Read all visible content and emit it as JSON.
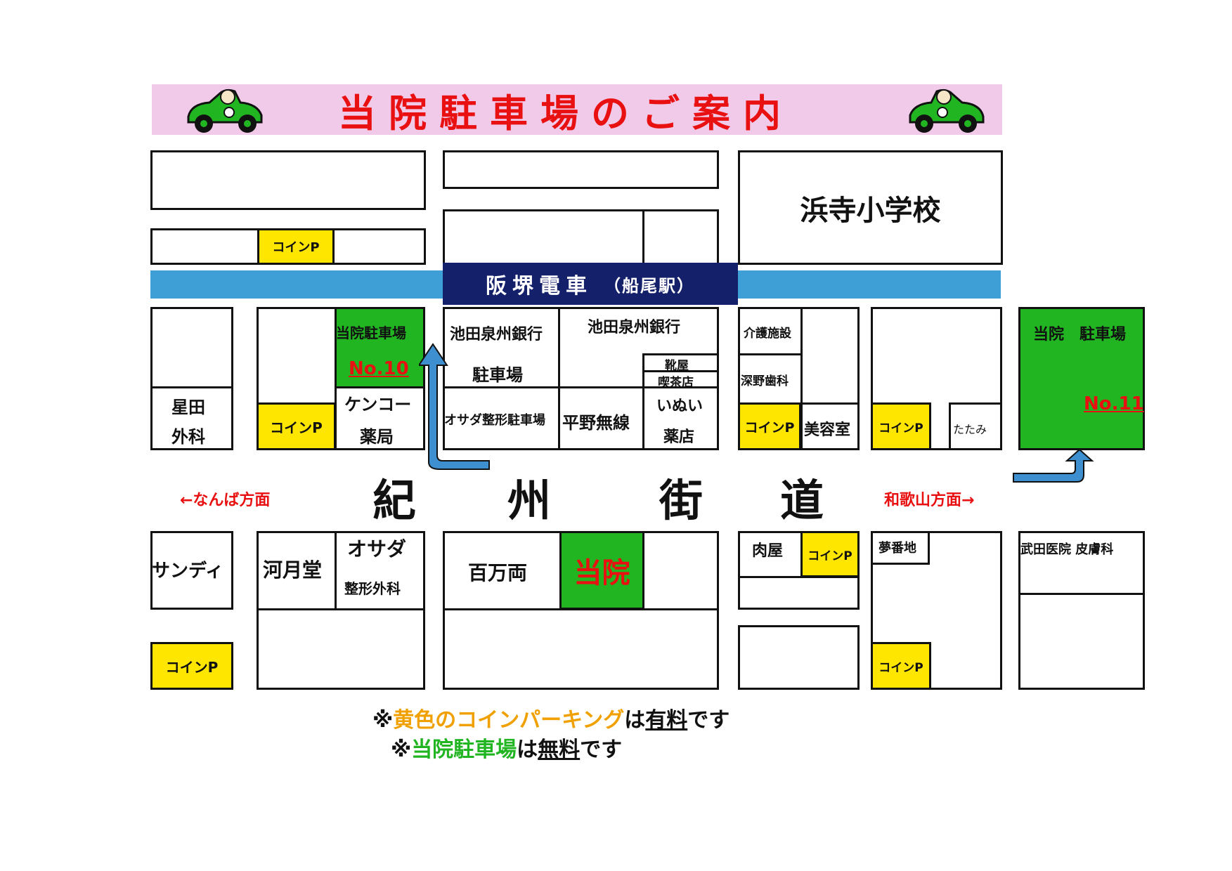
{
  "title": "当院駐車場のご案内",
  "railway": {
    "name": "阪堺電車",
    "station": "（船尾駅）"
  },
  "road": {
    "chars": [
      "紀",
      "州",
      "街",
      "道"
    ]
  },
  "directions": {
    "left": "←なんば方面",
    "right": "和歌山方面→"
  },
  "landmarks": {
    "school": "浜寺小学校",
    "bank1": "池田泉州銀行",
    "bank1_parking": "駐車場",
    "bank2": "池田泉州銀行",
    "shoe": "靴屋",
    "cafe": "喫茶店",
    "care": "介護施設",
    "fukano": "深野歯科",
    "hoshida1": "星田",
    "hoshida2": "外科",
    "kenko1": "ケンコー",
    "kenko2": "薬局",
    "osada_parking": "オサダ整形駐車場",
    "hirano": "平野無線",
    "inui1": "いぬい",
    "inui2": "薬店",
    "salon": "美容室",
    "tatami": "たたみ",
    "sandy": "サンディ",
    "kawatsuki": "河月堂",
    "osada1": "オサダ",
    "osada2": "整形外科",
    "hyakuman": "百万両",
    "clinic": "当院",
    "butcher": "肉屋",
    "yumebanchi": "夢番地",
    "takeda": "武田医院 皮膚科"
  },
  "parking": {
    "coin_label": "コインP",
    "lot10_label": "当院駐車場",
    "lot10_number": "No.10",
    "lot11_label": "当院　駐車場",
    "lot11_number": "No.11"
  },
  "notes": {
    "line1_prefix": "※",
    "line1_highlight": "黄色のコインパーキング",
    "line1_mid": "は",
    "line1_under": "有料",
    "line1_end": "です",
    "line2_prefix": "※",
    "line2_highlight": "当院駐車場",
    "line2_mid": "は",
    "line2_under": "無料",
    "line2_end": "です"
  },
  "colors": {
    "coin_parking": "#ffe600",
    "clinic_parking": "#22b522",
    "railway": "#3d9fd6",
    "station": "#15206b",
    "title_band": "#f1c9e9",
    "accent_red": "#e81010",
    "note_orange": "#f0a000",
    "arrow": "#3d8fd0"
  },
  "icons": [
    "green-race-car-icon",
    "route-arrow-icon"
  ]
}
